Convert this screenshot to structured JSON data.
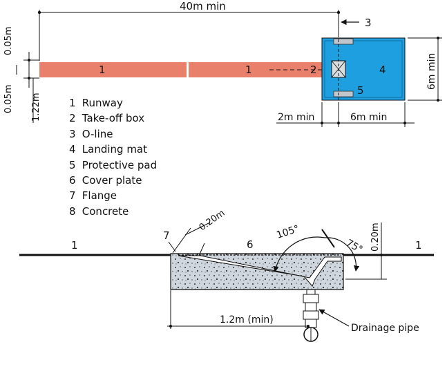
{
  "top_view": {
    "dim_length": "40m min",
    "dim_thick_top": "0.05m",
    "dim_thick_bottom": "0.05m",
    "dim_width": "1.22m",
    "dim_box_to_mat": "2m min",
    "dim_mat_width": "6m min",
    "dim_mat_length": "6m min",
    "callout_runway_a": "1",
    "callout_runway_b": "1",
    "callout_takeoff": "2",
    "callout_oline": "3",
    "callout_mat": "4",
    "callout_pad": "5"
  },
  "legend": [
    {
      "num": "1",
      "label": "Runway"
    },
    {
      "num": "2",
      "label": "Take-off box"
    },
    {
      "num": "3",
      "label": "O-line"
    },
    {
      "num": "4",
      "label": "Landing mat"
    },
    {
      "num": "5",
      "label": "Protective pad"
    },
    {
      "num": "6",
      "label": "Cover plate"
    },
    {
      "num": "7",
      "label": "Flange"
    },
    {
      "num": "8",
      "label": "Concrete"
    }
  ],
  "section_view": {
    "callout_runway_left": "1",
    "callout_runway_right": "1",
    "callout_cover": "6",
    "callout_flange": "7",
    "dim_flange": "0.20m",
    "dim_depth": "0.20m",
    "angle_a": "105°",
    "angle_b": "75°",
    "dim_box_length": "1.2m (min)",
    "drain_label": "Drainage pipe"
  },
  "colors": {
    "runway": "#e9806b",
    "mat": "#1e9fe0",
    "concrete": "#cfd6dd",
    "line": "#111111"
  }
}
